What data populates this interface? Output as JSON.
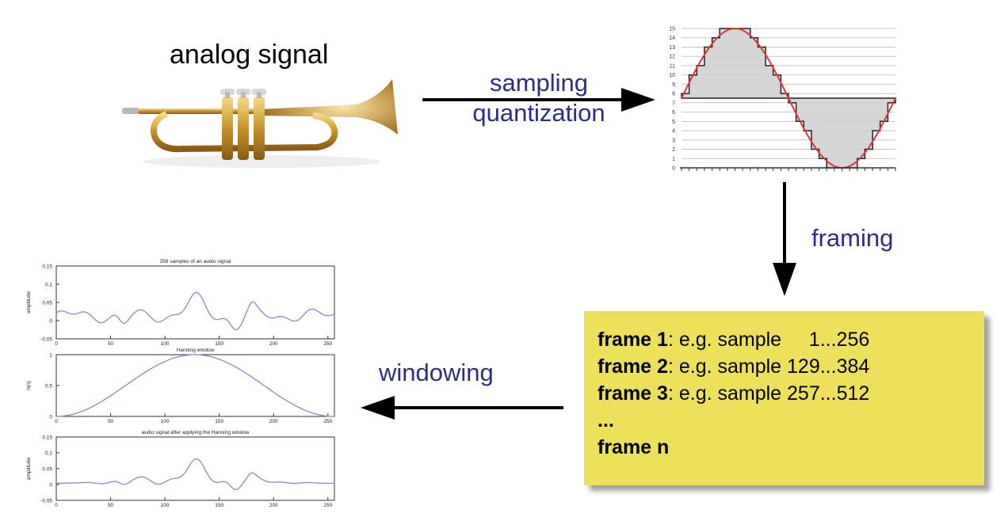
{
  "source": {
    "caption": "analog signal",
    "image_icon": "trumpet-icon"
  },
  "steps": {
    "sampling": {
      "line1": "sampling",
      "line2": "quantization"
    },
    "framing": "framing",
    "windowing": "windowing"
  },
  "frames": [
    {
      "name": "frame 1",
      "range": ": e.g. sample     1...256"
    },
    {
      "name": "frame 2",
      "range": ": e.g. sample 129...384"
    },
    {
      "name": "frame 3",
      "range": ": e.g. sample 257...512"
    },
    {
      "name": "...",
      "range": ""
    },
    {
      "name": "frame n",
      "range": ""
    }
  ],
  "quantized_plot": {
    "y_ticks": [
      "0",
      "1",
      "2",
      "3",
      "4",
      "5",
      "6",
      "7",
      "8",
      "9",
      "10",
      "11",
      "12",
      "13",
      "14",
      "15"
    ]
  },
  "window_plots": [
    {
      "title": "256 samples of an audio signal",
      "ylabel": "amplitude",
      "y_ticks": [
        "0.15",
        "0.1",
        "0.05",
        "0",
        "-0.05"
      ],
      "x_ticks": [
        "0",
        "50",
        "100",
        "150",
        "200",
        "250"
      ]
    },
    {
      "title": "Hanning window",
      "ylabel": "h(n)",
      "y_ticks": [
        "1",
        "0.5",
        "0"
      ],
      "x_ticks": [
        "0",
        "50",
        "100",
        "150",
        "200",
        "250"
      ]
    },
    {
      "title": "audio signal after applying the Hanning window",
      "ylabel": "amplitude",
      "y_ticks": [
        "0.15",
        "0.1",
        "0.05",
        "0",
        "-0.05"
      ],
      "x_ticks": [
        "0",
        "50",
        "100",
        "150",
        "200",
        "250"
      ]
    }
  ],
  "colors": {
    "label_blue": "#2b2d8c",
    "frame_box": "#ede05a",
    "signal_red": "#e0343a",
    "window_curve": "#8f8fd6"
  }
}
